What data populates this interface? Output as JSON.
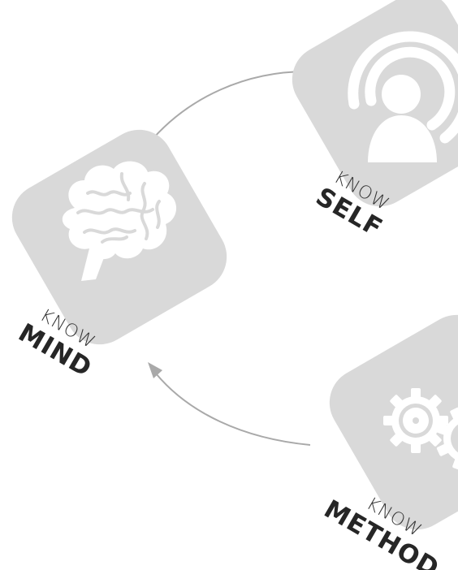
{
  "nodes": [
    {
      "id": "self",
      "prefix": "KNOW",
      "word": "SELF",
      "icon": "person-signal-icon"
    },
    {
      "id": "mind",
      "prefix": "KNOW",
      "word": "MIND",
      "icon": "brain-icon"
    },
    {
      "id": "method",
      "prefix": "KNOW",
      "word": "METHOD",
      "icon": "gears-icon"
    }
  ],
  "colors": {
    "tile": "#d9d9d9",
    "arrow": "#a9a9a9",
    "text": "#262626"
  }
}
